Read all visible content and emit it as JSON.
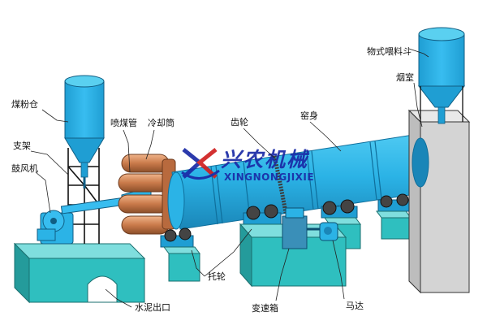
{
  "labels": {
    "coal_bin": "煤粉仓",
    "support_frame": "支架",
    "blower": "鼓风机",
    "burner_pipe": "喷煤管",
    "cooler": "冷却筒",
    "gear_ring": "齿轮",
    "kiln_body": "窑身",
    "feed_hopper": "物式喂料斗",
    "smoke_chamber": "烟室",
    "riding_rollers": "托轮",
    "gearbox": "变速箱",
    "motor": "马达",
    "cement_outlet": "水泥出口"
  },
  "watermark": {
    "chinese": "兴农机械",
    "english": "XINGNONGJIXIE"
  },
  "colors": {
    "equipment_blue": "#2bb3e6",
    "base_teal": "#2fbfbf",
    "hopper_top": "#5ad0f0",
    "cooler_copper": "#c97a4a",
    "frame_black": "#111111",
    "watermark_blue": "#1a2aa6",
    "logo_red": "#d02020"
  }
}
